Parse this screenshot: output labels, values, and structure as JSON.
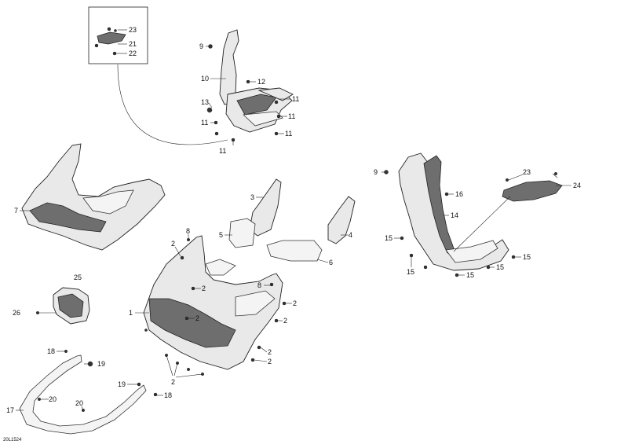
{
  "diagram": {
    "drawing_code": "20L1524",
    "callouts": [
      "1",
      "2",
      "3",
      "4",
      "5",
      "6",
      "7",
      "8",
      "9",
      "10",
      "11",
      "12",
      "13",
      "14",
      "15",
      "16",
      "17",
      "18",
      "19",
      "20",
      "21",
      "22",
      "23",
      "24",
      "25",
      "26"
    ]
  }
}
